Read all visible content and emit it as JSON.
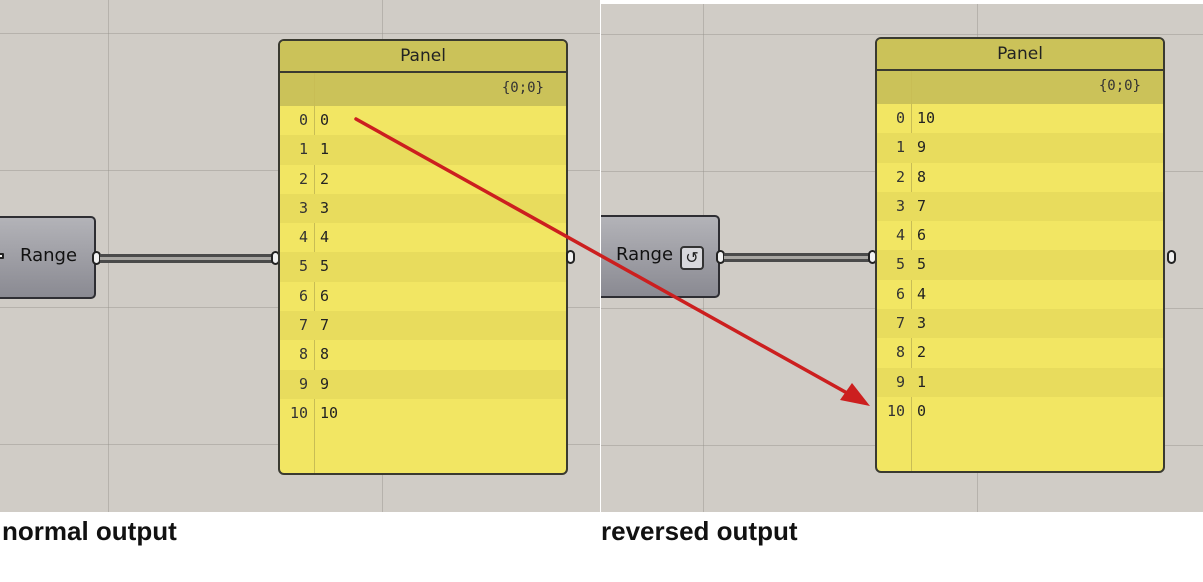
{
  "left": {
    "component": {
      "label": "Range"
    },
    "panel": {
      "title": "Panel",
      "path": "{0;0}",
      "rows": [
        {
          "index": "0",
          "value": "0"
        },
        {
          "index": "1",
          "value": "1"
        },
        {
          "index": "2",
          "value": "2"
        },
        {
          "index": "3",
          "value": "3"
        },
        {
          "index": "4",
          "value": "4"
        },
        {
          "index": "5",
          "value": "5"
        },
        {
          "index": "6",
          "value": "6"
        },
        {
          "index": "7",
          "value": "7"
        },
        {
          "index": "8",
          "value": "8"
        },
        {
          "index": "9",
          "value": "9"
        },
        {
          "index": "10",
          "value": "10"
        }
      ]
    },
    "caption": "normal output"
  },
  "right": {
    "component": {
      "label": "Range",
      "reverse_icon": "reverse-icon"
    },
    "panel": {
      "title": "Panel",
      "path": "{0;0}",
      "rows": [
        {
          "index": "0",
          "value": "10"
        },
        {
          "index": "1",
          "value": "9"
        },
        {
          "index": "2",
          "value": "8"
        },
        {
          "index": "3",
          "value": "7"
        },
        {
          "index": "4",
          "value": "6"
        },
        {
          "index": "5",
          "value": "5"
        },
        {
          "index": "6",
          "value": "4"
        },
        {
          "index": "7",
          "value": "3"
        },
        {
          "index": "8",
          "value": "2"
        },
        {
          "index": "9",
          "value": "1"
        },
        {
          "index": "10",
          "value": "0"
        }
      ]
    },
    "caption": "reversed output"
  },
  "colors": {
    "canvas": "#d0ccc6",
    "panel_fill": "#f2e663",
    "panel_header": "#cbc259",
    "annotation_arrow": "#cc1f1f"
  }
}
